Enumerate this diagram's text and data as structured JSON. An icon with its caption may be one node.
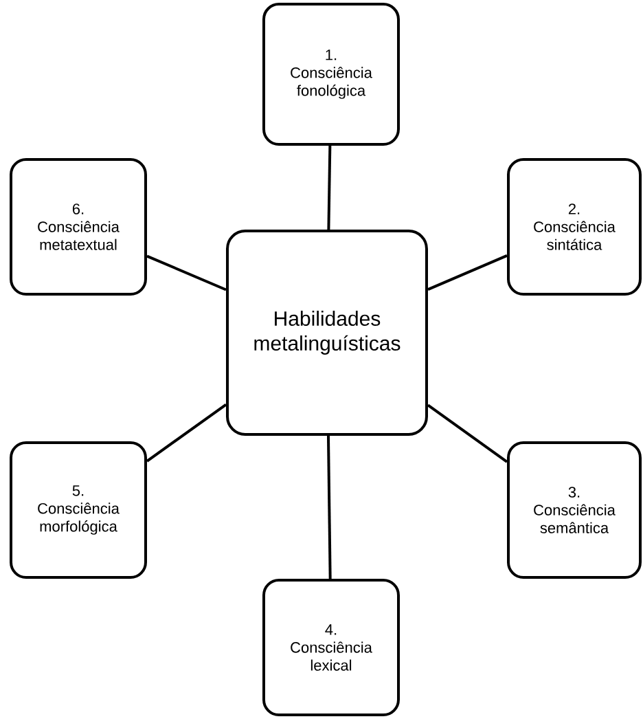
{
  "diagram": {
    "nodes": [
      {
        "text": [
          "Habilidades metalinguísticas"
        ]
      },
      {
        "text": [
          "1.",
          "Consciência fonológica"
        ]
      },
      {
        "text": [
          "2.",
          "Consciência sintática"
        ]
      },
      {
        "text": [
          "3.",
          "Consciência semântica"
        ]
      },
      {
        "text": [
          "4.",
          "Consciência lexical"
        ]
      },
      {
        "text": [
          "5.",
          "Consciência morfológica"
        ]
      },
      {
        "text": [
          "6.",
          "Consciência metatextual"
        ]
      }
    ],
    "edges": [
      {
        "from": 0,
        "to": 1,
        "arrow": "none"
      },
      {
        "from": 0,
        "to": 2,
        "arrow": "none"
      },
      {
        "from": 0,
        "to": 3,
        "arrow": "none"
      },
      {
        "from": 0,
        "to": 4,
        "arrow": "none"
      },
      {
        "from": 0,
        "to": 5,
        "arrow": "none"
      },
      {
        "from": 0,
        "to": 6,
        "arrow": "none"
      }
    ]
  }
}
